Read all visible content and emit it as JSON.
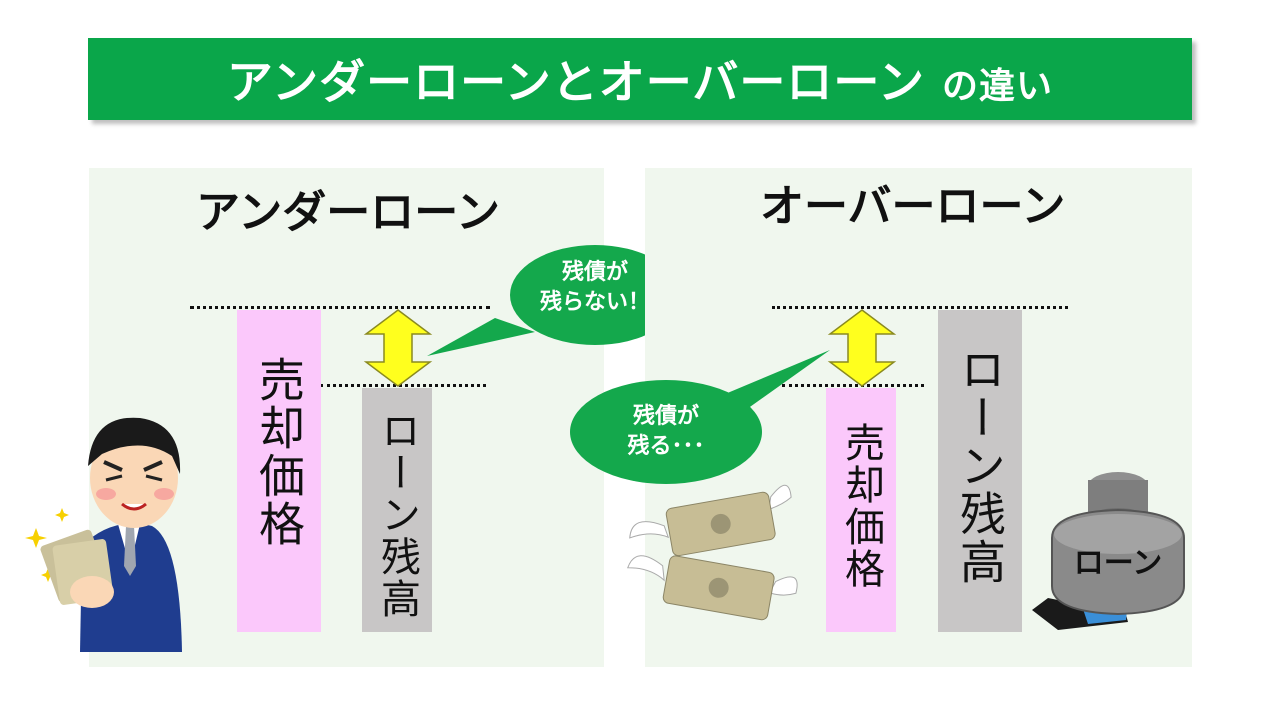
{
  "title": {
    "main": "アンダーローンとオーバーローン",
    "suffix": "の違い"
  },
  "left_panel": {
    "heading": "アンダーローン",
    "bar_sale": "売却価格",
    "bar_loan": "ローン残高",
    "bubble_line1": "残債が",
    "bubble_line2": "残らない！"
  },
  "right_panel": {
    "heading": "オーバーローン",
    "bar_sale": "売却価格",
    "bar_loan": "ローン残高",
    "bubble_line1": "残債が",
    "bubble_line2": "残る･･･",
    "weight_label": "ローン"
  },
  "colors": {
    "title_green": "#0aa64a",
    "panel_bg": "#f0f7ee",
    "sale_bar": "#fbc8fb",
    "loan_bar": "#c8c6c6",
    "arrow_yellow": "#ffff1e",
    "bubble_green": "#14a84c"
  },
  "icons": [
    "businessman-with-money-illustration",
    "flying-banknotes-illustration",
    "loan-weight-illustration",
    "double-arrow-icon",
    "speech-bubble"
  ]
}
